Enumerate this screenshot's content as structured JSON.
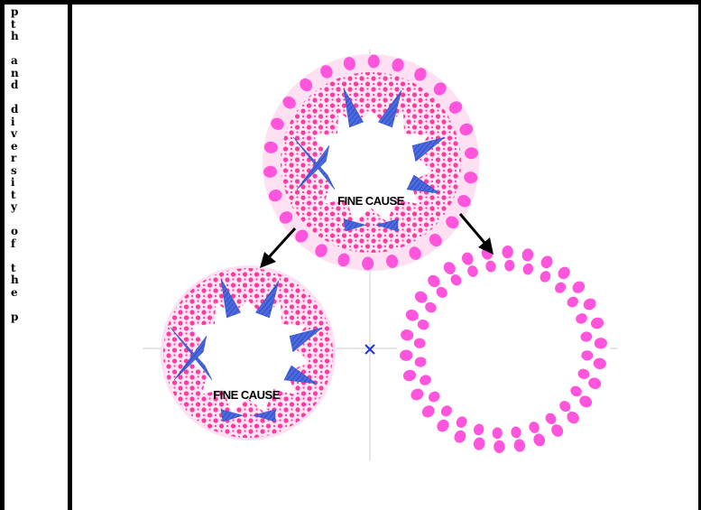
{
  "sidebar": {
    "vertical_text": "p\nt\nh\n\na\nn\nd\n\nd\ni\nv\ne\nr\ns\ni\nt\ny\n\no\nf\n\nt\nh\ne\n\np"
  },
  "diagram": {
    "top_label": "FINE CAUSE",
    "left_label": "FINE CAUSE",
    "colors": {
      "dots": "#ff55dd",
      "pink_fill": "#ff3aa0",
      "blue": "#4466dd",
      "axis": "#cccccc",
      "center_mark": "#2233dd"
    },
    "icons": [
      "arrow-icon",
      "center-cross-icon"
    ]
  }
}
